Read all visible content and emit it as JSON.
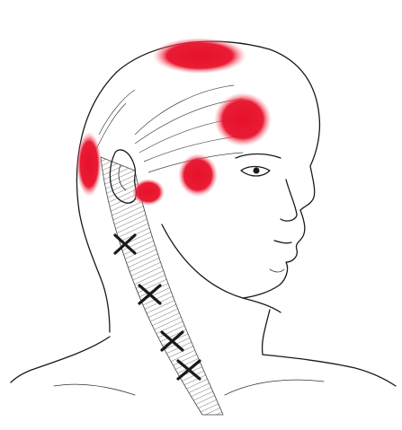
{
  "figure": {
    "subject": "head-and-neck-side-view",
    "pain_color": "#e8102a",
    "glow_color": "#ff8a95",
    "line_color": "#1a1a1a"
  },
  "pain_zones": [
    {
      "name": "pain-zone-crown",
      "intensity": 1.0
    },
    {
      "name": "pain-zone-temple",
      "intensity": 1.0
    },
    {
      "name": "pain-zone-behind-eye",
      "intensity": 1.0
    },
    {
      "name": "pain-zone-occipital",
      "intensity": 1.0
    },
    {
      "name": "pain-zone-behind-ear",
      "intensity": 1.0
    }
  ],
  "trigger_points": [
    {
      "name": "trigger-point-upper"
    },
    {
      "name": "trigger-point-middle"
    },
    {
      "name": "trigger-point-lower"
    },
    {
      "name": "trigger-point-base"
    }
  ]
}
